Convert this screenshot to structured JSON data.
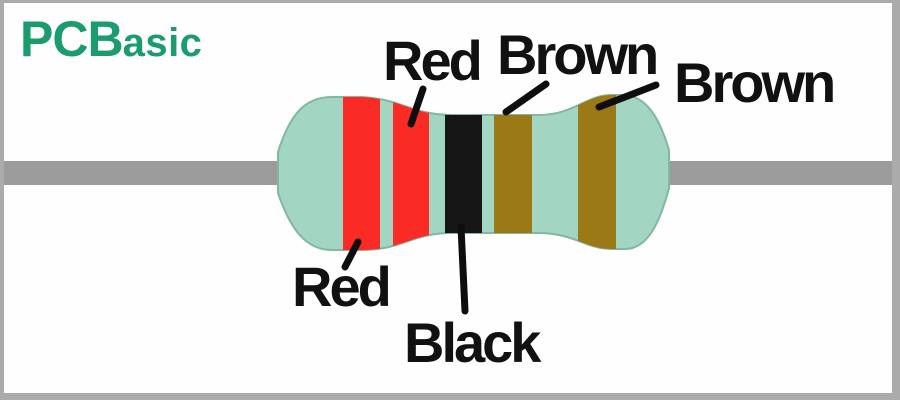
{
  "logo": {
    "pcb": "PCB",
    "asic": "asic",
    "color": "#1B9C6D"
  },
  "resistor": {
    "body_color": "#A2D5C2",
    "body_outline_color": "#82B7A3",
    "lead_color": "#9C9C9C",
    "bands": [
      {
        "order": 1,
        "name": "Red",
        "hex": "#F92B24"
      },
      {
        "order": 2,
        "name": "Red",
        "hex": "#F92B24"
      },
      {
        "order": 3,
        "name": "Black",
        "hex": "#161616"
      },
      {
        "order": 4,
        "name": "Brown",
        "hex": "#9B7917"
      },
      {
        "order": 5,
        "name": "Brown",
        "hex": "#9B7917"
      }
    ]
  },
  "labels": {
    "top_red": "Red",
    "top_brown": "Brown",
    "right_brown": "Brown",
    "bottom_red": "Red",
    "bottom_black": "Black"
  },
  "annotation": {
    "line_color": "#0E0E0E",
    "text_color": "#111111"
  },
  "frame": {
    "border_color": "#ABABAB",
    "background_color": "#FEFEFE"
  }
}
